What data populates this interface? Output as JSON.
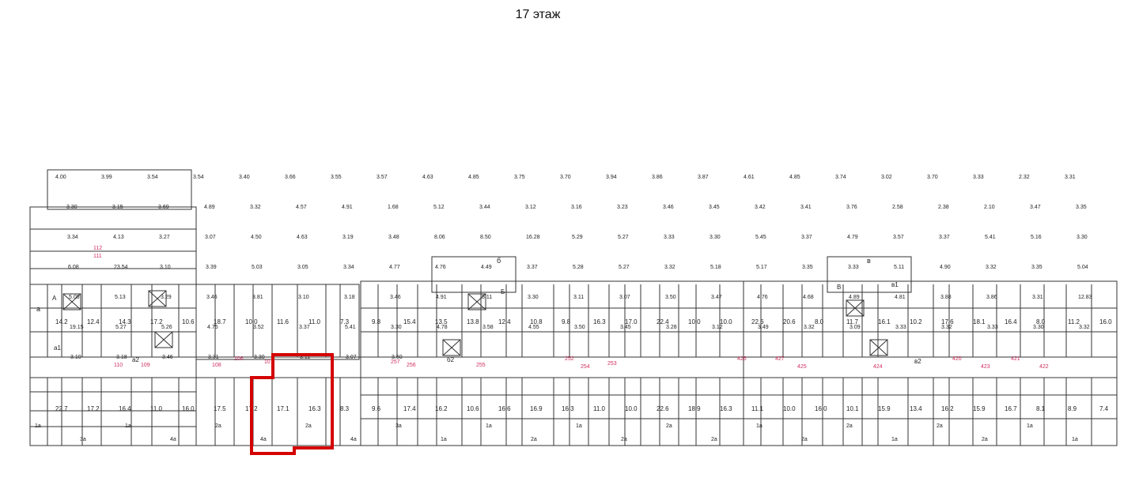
{
  "title": "17  этаж",
  "highlight_color": "#d40000",
  "highlight_label": "",
  "sections": [
    "а",
    "б",
    "в"
  ],
  "lifts_labels": [
    "А",
    "Б",
    "В"
  ],
  "corridors": [
    "а2",
    "б2",
    "в2"
  ],
  "stair_labels": [
    "а1",
    "в1"
  ],
  "dims": [
    "4.00",
    "3.99",
    "3.54",
    "3.54",
    "3.40",
    "3.66",
    "3.55",
    "3.57",
    "4.63",
    "4.85",
    "3.75",
    "3.70",
    "3.94",
    "3.86",
    "3.87",
    "4.61",
    "4.85",
    "3.74",
    "3.02",
    "3.70",
    "3.33",
    "2.32",
    "3.31",
    "3.30",
    "3.15",
    "3.69",
    "4.89",
    "3.32",
    "4.57",
    "4.91",
    "1.68",
    "5.12",
    "3.44",
    "3.12",
    "3.16",
    "3.23",
    "3.46",
    "3.45",
    "3.42",
    "3.41",
    "3.76",
    "2.58",
    "2.38",
    "2.10",
    "3.47",
    "3.35",
    "3.34",
    "4.13",
    "3.27",
    "3.07",
    "4.50",
    "4.63",
    "3.19",
    "3.48",
    "8.06",
    "8.50",
    "16.28",
    "5.29",
    "5.27",
    "3.33",
    "3.30",
    "5.45",
    "3.37",
    "4.79",
    "3.57",
    "3.37",
    "5.41",
    "5.16",
    "3.30",
    "6.08",
    "23.54",
    "3.10",
    "3.39",
    "5.03",
    "3.05",
    "3.34",
    "4.77",
    "4.76",
    "4.49",
    "3.37",
    "5.28",
    "5.27",
    "3.32",
    "5.18",
    "5.17",
    "3.35",
    "3.33",
    "5.11",
    "4.90",
    "3.32",
    "3.35",
    "5.04",
    "5.05",
    "5.13",
    "3.29",
    "3.46",
    "3.81",
    "3.10",
    "3.18",
    "3.46",
    "4.91",
    "5.11",
    "3.30",
    "3.11",
    "3.07",
    "3.50",
    "3.47",
    "4.76",
    "4.68",
    "4.89",
    "4.81",
    "3.88",
    "3.86",
    "3.31",
    "12.83",
    "19.15",
    "5.27",
    "5.26",
    "4.75",
    "3.52",
    "3.37",
    "5.41",
    "3.30",
    "4.78",
    "3.58",
    "4.55",
    "3.50",
    "3.45",
    "3.28",
    "3.12",
    "3.49",
    "3.32",
    "3.09",
    "3.33",
    "3.32",
    "3.33",
    "3.30",
    "3.32",
    "3.10",
    "3.18",
    "3.46",
    "3.31",
    "3.30",
    "3.11",
    "3.07",
    "3.50"
  ],
  "areas": [
    "14.2",
    "12.4",
    "14.3",
    "17.2",
    "10.6",
    "18.7",
    "10.0",
    "11.6",
    "11.0",
    "7.3",
    "9.8",
    "15.4",
    "13.5",
    "13.8",
    "12.4",
    "10.8",
    "9.8",
    "16.3",
    "17.0",
    "22.4",
    "10.0",
    "10.0",
    "22.6",
    "20.6",
    "8.0",
    "11.7",
    "16.1",
    "10.2",
    "17.6",
    "18.1",
    "16.4",
    "8.0",
    "11.2",
    "16.0",
    "22.7",
    "17.2",
    "16.4",
    "11.0",
    "16.0",
    "17.5",
    "17.2",
    "17.1",
    "16.3",
    "8.3",
    "9.6",
    "17.4",
    "16.2",
    "10.6",
    "16.6",
    "16.9",
    "16.3",
    "11.0",
    "10.0",
    "22.6",
    "18.9",
    "16.3",
    "11.1",
    "10.0",
    "16.0",
    "10.1",
    "15.9",
    "13.4",
    "16.2",
    "15.9",
    "16.7",
    "8.1",
    "8.9",
    "7.4"
  ],
  "red_numbers": [
    "112",
    "111",
    "110",
    "109",
    "108",
    "106",
    "107",
    "257",
    "256",
    "255",
    "252",
    "254",
    "253",
    "426",
    "427",
    "425",
    "424",
    "420",
    "423",
    "421",
    "422"
  ],
  "room_labels": [
    "1а",
    "3а",
    "1а",
    "4а",
    "2а",
    "4а",
    "2а",
    "4а",
    "3а",
    "1а",
    "1а",
    "2а",
    "1а",
    "2а",
    "2а",
    "2а",
    "1а",
    "2а",
    "2а",
    "1а",
    "2а",
    "2а",
    "1а",
    "1а"
  ]
}
